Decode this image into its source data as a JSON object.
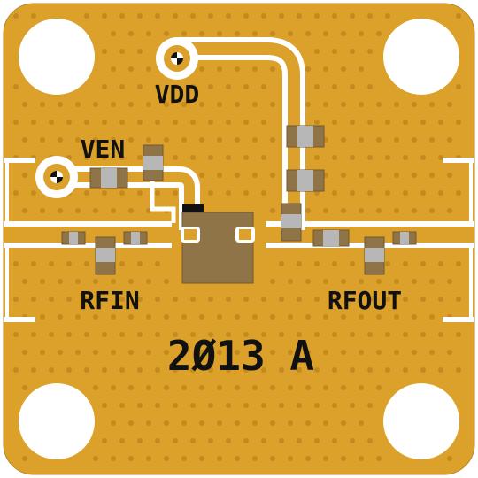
{
  "labels": {
    "vdd": "VDD",
    "ven": "VEN",
    "rfin": "RFIN",
    "rfout": "RFOUT",
    "board_id": "2Ø13 A"
  },
  "colors": {
    "pcb_gold": "#dba12a",
    "via": "#c48a1f",
    "trace_gap": "#ffffff",
    "component": "#8f7448",
    "component_light": "#b7b7b7",
    "silkscreen": "#111111",
    "mounting_hole": "#ffffff"
  },
  "icons": {
    "vdd_pad": "test-pad-icon",
    "ven_pad": "test-pad-icon",
    "pin1_marker": "pin1-marker-icon"
  }
}
